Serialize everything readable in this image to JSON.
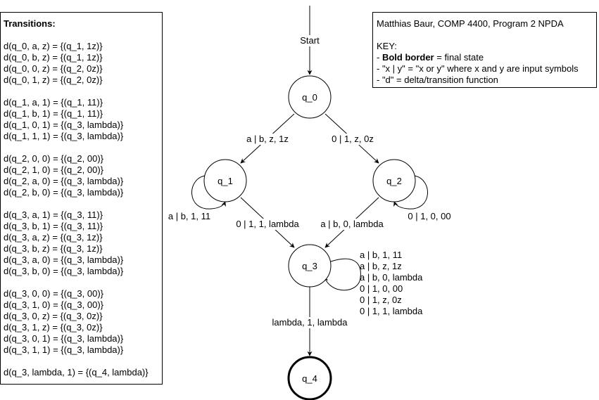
{
  "transitions": {
    "title": "Transitions:",
    "groups": [
      [
        "d(q_0, a, z) = {(q_1, 1z)}",
        "d(q_0, b, z) = {(q_1, 1z)}",
        "d(q_0, 0, z) = {(q_2, 0z)}",
        "d(q_0, 1, z) = {(q_2, 0z)}"
      ],
      [
        "d(q_1, a, 1) = {(q_1, 11)}",
        "d(q_1, b, 1) = {(q_1, 11)}",
        "d(q_1, 0, 1) = {(q_3, lambda)}",
        "d(q_1, 1, 1) = {(q_3, lambda)}"
      ],
      [
        "d(q_2, 0, 0) = {(q_2, 00)}",
        "d(q_2, 1, 0) = {(q_2, 00)}",
        "d(q_2, a, 0) = {(q_3, lambda)}",
        "d(q_2, b, 0) = {(q_3, lambda)}"
      ],
      [
        "d(q_3, a, 1) = {(q_3, 11)}",
        "d(q_3, b, 1) = {(q_3, 11)}",
        "d(q_3, a, z) = {(q_3, 1z)}",
        "d(q_3, b, z) = {(q_3, 1z)}",
        "d(q_3, a, 0) = {(q_3, lambda)}",
        "d(q_3, b, 0) = {(q_3, lambda)}"
      ],
      [
        "d(q_3, 0, 0) = {(q_3, 00)}",
        "d(q_3, 1, 0) = {(q_3, 00)}",
        "d(q_3, 0, z) = {(q_3, 0z)}",
        "d(q_3, 1, z) = {(q_3, 0z)}",
        "d(q_3, 0, 1) = {(q_3, lambda)}",
        "d(q_3, 1, 1) = {(q_3, lambda)}"
      ],
      [
        "d(q_3, lambda, 1) = {(q_4, lambda)}"
      ]
    ]
  },
  "key": {
    "header": "Matthias Baur, COMP 4400, Program 2 NPDA",
    "key_label": "KEY:",
    "bold_prefix": "- ",
    "bold_text": "Bold border",
    "bold_suffix": " = final state",
    "line_or": "- \"x | y\" = \"x or y\" where x and y are input symbols",
    "line_delta": "- \"d\" = delta/transition function"
  },
  "diagram": {
    "start_label": "Start",
    "states": [
      {
        "id": "q_0",
        "label": "q_0",
        "final": false
      },
      {
        "id": "q_1",
        "label": "q_1",
        "final": false
      },
      {
        "id": "q_2",
        "label": "q_2",
        "final": false
      },
      {
        "id": "q_3",
        "label": "q_3",
        "final": false
      },
      {
        "id": "q_4",
        "label": "q_4",
        "final": true
      }
    ],
    "edge_labels": {
      "q0_q1": "a | b, z, 1z",
      "q0_q2": "0 | 1, z, 0z",
      "q1_loop": "a | b, 1, 11",
      "q2_loop": "0 | 1, 0, 00",
      "q1_q3": "0 | 1, 1, lambda",
      "q2_q3": "a | b, 0, lambda",
      "q3_loop": [
        "a | b, 1, 11",
        "a | b, z, 1z",
        "a | b, 0, lambda",
        "0 | 1, 0, 00",
        "0 | 1, z, 0z",
        "0 | 1, 1, lambda"
      ],
      "q3_q4": "lambda, 1, lambda"
    }
  }
}
